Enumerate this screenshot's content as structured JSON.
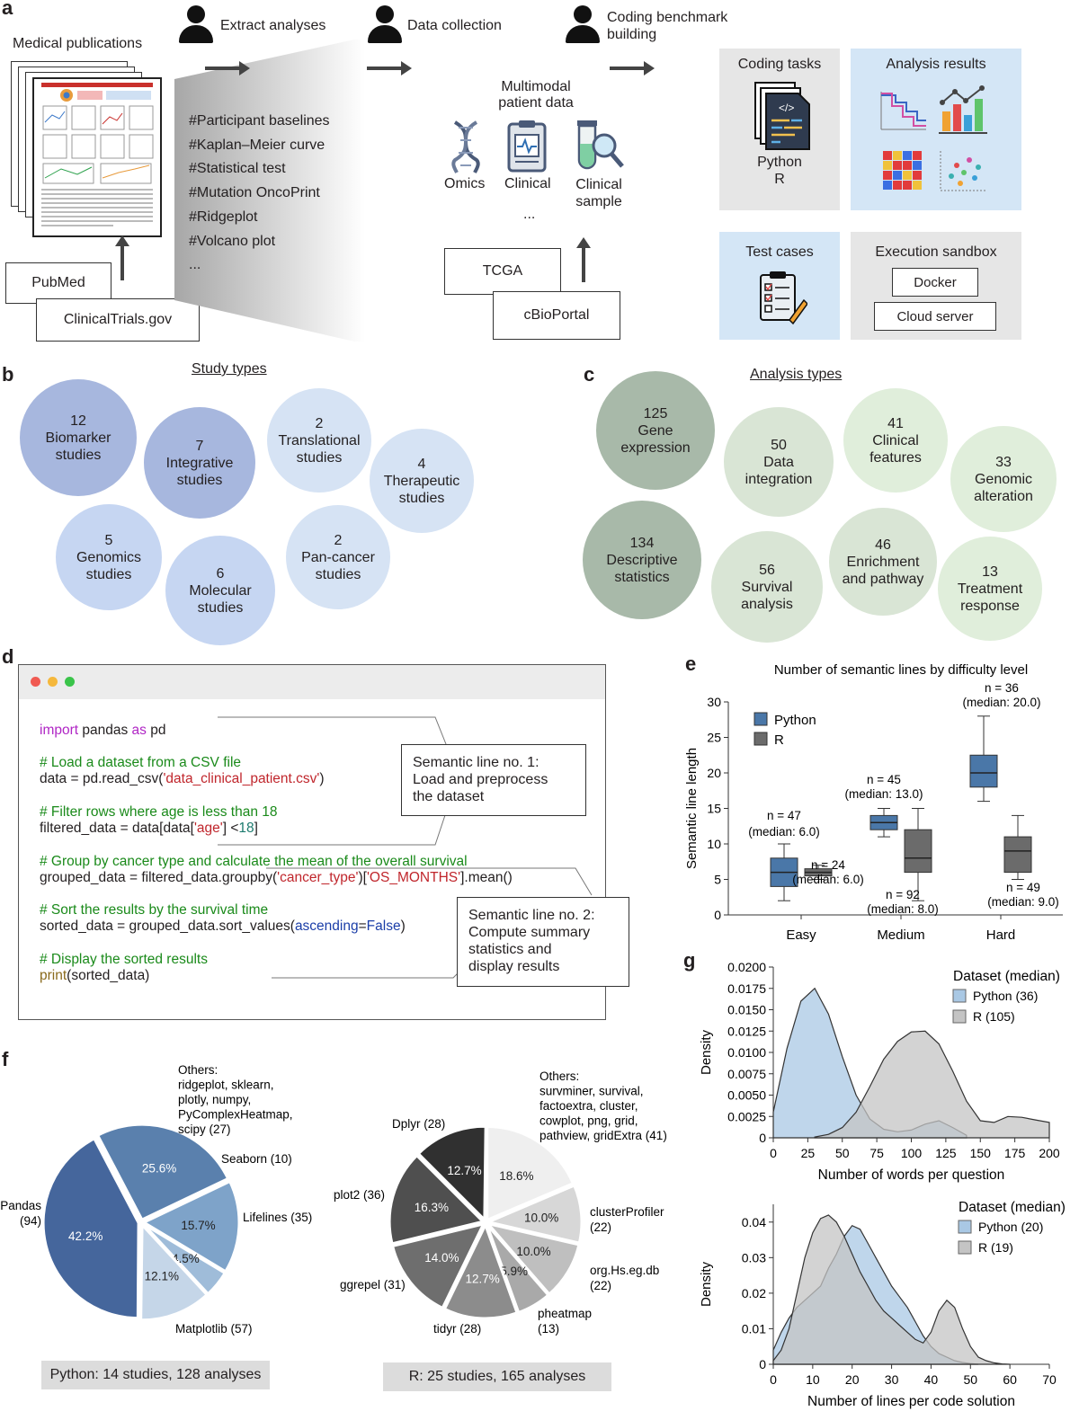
{
  "panels": {
    "a": "a",
    "b": "b",
    "c": "c",
    "d": "d",
    "e": "e",
    "f": "f",
    "g": "g"
  },
  "a": {
    "med_pub": "Medical publications",
    "pubmed": "PubMed",
    "clinicaltrials": "ClinicalTrials.gov",
    "step1": "Extract analyses",
    "step2": "Data collection",
    "step3_l1": "Coding benchmark",
    "step3_l2": "building",
    "analyses": [
      "#Participant baselines",
      "#Kaplan–Meier curve",
      "#Statistical test",
      "#Mutation OncoPrint",
      "#Ridgeplot",
      "#Volcano plot",
      "..."
    ],
    "multimodal_l1": "Multimodal",
    "multimodal_l2": "patient data",
    "omics": "Omics",
    "clinical": "Clinical",
    "sample_l1": "Clinical",
    "sample_l2": "sample",
    "dots": "...",
    "tcga": "TCGA",
    "cbioportal": "cBioPortal",
    "coding_tasks": "Coding tasks",
    "python": "Python",
    "r": "R",
    "analysis_results": "Analysis results",
    "test_cases": "Test cases",
    "sandbox": "Execution sandbox",
    "docker": "Docker",
    "cloud": "Cloud server"
  },
  "b": {
    "title": "Study types",
    "bubbles": [
      {
        "n": "12",
        "l1": "Biomarker",
        "l2": "studies"
      },
      {
        "n": "7",
        "l1": "Integrative",
        "l2": "studies"
      },
      {
        "n": "2",
        "l1": "Translational",
        "l2": "studies"
      },
      {
        "n": "4",
        "l1": "Therapeutic",
        "l2": "studies"
      },
      {
        "n": "5",
        "l1": "Genomics",
        "l2": "studies"
      },
      {
        "n": "6",
        "l1": "Molecular",
        "l2": "studies"
      },
      {
        "n": "2",
        "l1": "Pan-cancer",
        "l2": "studies"
      }
    ]
  },
  "c": {
    "title": "Analysis types",
    "bubbles": [
      {
        "n": "125",
        "l1": "Gene",
        "l2": "expression"
      },
      {
        "n": "50",
        "l1": "Data",
        "l2": "integration"
      },
      {
        "n": "41",
        "l1": "Clinical",
        "l2": "features"
      },
      {
        "n": "33",
        "l1": "Genomic",
        "l2": "alteration"
      },
      {
        "n": "134",
        "l1": "Descriptive",
        "l2": "statistics"
      },
      {
        "n": "56",
        "l1": "Survival",
        "l2": "analysis"
      },
      {
        "n": "46",
        "l1": "Enrichment",
        "l2": "and pathway"
      },
      {
        "n": "13",
        "l1": "Treatment",
        "l2": "response"
      }
    ]
  },
  "d": {
    "code": {
      "l1a": "import",
      "l1b": " pandas ",
      "l1c": "as",
      "l1d": " pd",
      "c1": "# Load a dataset from a CSV file",
      "l2a": "data = pd.read_csv(",
      "l2b": "'data_clinical_patient.csv'",
      "l2c": ")",
      "c2": "# Filter rows where age is less than 18",
      "l3a": "filtered_data = data[data[",
      "l3b": "'age'",
      "l3c": "] <",
      "l3d": "18",
      "l3e": "]",
      "c3": "# Group by cancer type and calculate the mean of the overall survival",
      "l4a": "grouped_data = filtered_data.groupby(",
      "l4b": "'cancer_type'",
      "l4c": ")[",
      "l4d": "'OS_MONTHS'",
      "l4e": "].mean()",
      "c4": "# Sort the results by the survival time",
      "l5a": "sorted_data = grouped_data.sort_values(",
      "l5b": "ascending",
      "l5c": "=",
      "l5d": "False",
      "l5e": ")",
      "c5": "# Display the sorted results",
      "l6a": "print",
      "l6b": "(sorted_data)"
    },
    "callout1": [
      "Semantic line no. 1:",
      "Load and preprocess",
      "the dataset"
    ],
    "callout2": [
      "Semantic line no. 2:",
      "Compute summary",
      "statistics and",
      "display results"
    ]
  },
  "chart_data": [
    {
      "id": "e",
      "type": "box",
      "title": "Number of semantic lines by difficulty level",
      "ylabel": "Semantic line length",
      "ylim": [
        0,
        30
      ],
      "yticks": [
        "0",
        "5",
        "10",
        "15",
        "20",
        "25",
        "30"
      ],
      "categories": [
        "Easy",
        "Medium",
        "Hard"
      ],
      "legend": [
        "Python",
        "R"
      ],
      "colors": {
        "Python": "#4a77a8",
        "R": "#6b6b6b"
      },
      "series": [
        {
          "name": "Python",
          "boxes": [
            {
              "min": 2,
              "q1": 4,
              "median": 6,
              "q3": 8,
              "max": 10
            },
            {
              "min": 11,
              "q1": 12,
              "median": 13,
              "q3": 14,
              "max": 15
            },
            {
              "min": 16,
              "q1": 18,
              "median": 20,
              "q3": 22.5,
              "max": 28
            }
          ]
        },
        {
          "name": "R",
          "boxes": [
            {
              "min": 5,
              "q1": 5.5,
              "median": 6,
              "q3": 6.5,
              "max": 7
            },
            {
              "min": 2,
              "q1": 6,
              "median": 8,
              "q3": 12,
              "max": 15
            },
            {
              "min": 5,
              "q1": 6,
              "median": 9,
              "q3": 11,
              "max": 14
            }
          ]
        }
      ],
      "annotations": [
        {
          "n": "n = 47",
          "m": "(median: 6.0)"
        },
        {
          "n": "n = 24",
          "m": "(median: 6.0)"
        },
        {
          "n": "n = 45",
          "m": "(median: 13.0)"
        },
        {
          "n": "n = 92",
          "m": "(median: 8.0)"
        },
        {
          "n": "n = 36",
          "m": "(median: 20.0)"
        },
        {
          "n": "n = 49",
          "m": "(median: 9.0)"
        }
      ]
    },
    {
      "id": "g1",
      "type": "area",
      "xlabel": "Number of words per question",
      "ylabel": "Density",
      "xlim": [
        0,
        200
      ],
      "ylim": [
        0,
        0.02
      ],
      "xticks": [
        "0",
        "25",
        "50",
        "75",
        "100",
        "125",
        "150",
        "175",
        "200"
      ],
      "yticks": [
        "0",
        "0.0025",
        "0.0050",
        "0.0075",
        "0.0100",
        "0.0125",
        "0.0150",
        "0.0175",
        "0.0200"
      ],
      "legend_title": "Dataset (median)",
      "legend": [
        "Python (36)",
        "R (105)"
      ],
      "series": [
        {
          "name": "Python",
          "color": "#a9c8e4",
          "x": [
            0,
            10,
            20,
            30,
            40,
            50,
            60,
            70,
            80,
            90,
            100,
            110,
            120,
            130,
            140
          ],
          "y": [
            0.003,
            0.0105,
            0.016,
            0.0175,
            0.0145,
            0.0095,
            0.005,
            0.0022,
            0.001,
            0.0007,
            0.0009,
            0.0016,
            0.002,
            0.0012,
            0.0003
          ]
        },
        {
          "name": "R",
          "color": "#c4c4c4",
          "x": [
            30,
            40,
            50,
            60,
            70,
            80,
            90,
            100,
            110,
            120,
            130,
            140,
            150,
            160,
            170,
            180,
            190,
            200
          ],
          "y": [
            0.0001,
            0.0004,
            0.0012,
            0.003,
            0.006,
            0.0092,
            0.0113,
            0.0124,
            0.0125,
            0.011,
            0.0078,
            0.0043,
            0.002,
            0.0018,
            0.0025,
            0.0024,
            0.0021,
            0.0018
          ]
        }
      ]
    },
    {
      "id": "g2",
      "type": "area",
      "xlabel": "Number of lines per code solution",
      "ylabel": "Density",
      "xlim": [
        0,
        70
      ],
      "ylim": [
        0,
        0.045
      ],
      "xticks": [
        "0",
        "10",
        "20",
        "30",
        "40",
        "50",
        "60",
        "70"
      ],
      "yticks": [
        "0",
        "0.01",
        "0.02",
        "0.03",
        "0.04"
      ],
      "legend_title": "Dataset (median)",
      "legend": [
        "Python (20)",
        "R (19)"
      ],
      "series": [
        {
          "name": "Python",
          "color": "#a9c8e4",
          "x": [
            0,
            2,
            4,
            6,
            8,
            10,
            12,
            14,
            16,
            18,
            20,
            22,
            24,
            26,
            28,
            30,
            32,
            34,
            36,
            38,
            40,
            42,
            44,
            46,
            48,
            50,
            52
          ],
          "y": [
            0.004,
            0.009,
            0.013,
            0.016,
            0.018,
            0.02,
            0.022,
            0.027,
            0.031,
            0.036,
            0.039,
            0.038,
            0.034,
            0.03,
            0.026,
            0.022,
            0.019,
            0.016,
            0.012,
            0.008,
            0.005,
            0.003,
            0.002,
            0.001,
            0.0005,
            0.0002,
            0
          ]
        },
        {
          "name": "R",
          "color": "#c4c4c4",
          "x": [
            0,
            2,
            4,
            6,
            8,
            10,
            12,
            14,
            16,
            18,
            20,
            22,
            24,
            26,
            28,
            30,
            32,
            34,
            36,
            38,
            40,
            42,
            44,
            46,
            48,
            50,
            52,
            54,
            56,
            58,
            60
          ],
          "y": [
            0.001,
            0.004,
            0.01,
            0.02,
            0.03,
            0.037,
            0.041,
            0.042,
            0.04,
            0.036,
            0.031,
            0.026,
            0.022,
            0.018,
            0.015,
            0.013,
            0.011,
            0.009,
            0.007,
            0.006,
            0.009,
            0.015,
            0.018,
            0.016,
            0.01,
            0.005,
            0.002,
            0.001,
            0.0004,
            0.0001,
            0
          ]
        }
      ]
    },
    {
      "id": "f1",
      "type": "pie",
      "caption": "Python: 14 studies, 128 analyses",
      "slices": [
        {
          "label": "Pandas (94)",
          "pct": 42.2,
          "pct_label": "42.2%",
          "color": "#45669c"
        },
        {
          "label": "Matplotlib (57)",
          "pct": 25.6,
          "pct_label": "25.6%",
          "color": "#5a80ad"
        },
        {
          "label": "Lifelines (35)",
          "pct": 15.7,
          "pct_label": "15.7%",
          "color": "#7ea3c9"
        },
        {
          "label": "Seaborn (10)",
          "pct": 4.5,
          "pct_label": "4.5%",
          "color": "#9fbcd9"
        },
        {
          "label": "Others",
          "pct": 12.1,
          "pct_label": "12.1%",
          "color": "#c5d6e8"
        }
      ],
      "others_lines": [
        "Others:",
        "ridgeplot, sklearn,",
        "plotly, numpy,",
        "PyComplexHeatmap,",
        "scipy (27)"
      ]
    },
    {
      "id": "f2",
      "type": "pie",
      "caption": "R: 25 studies, 165 analyses",
      "slices": [
        {
          "label": "Others",
          "pct": 18.6,
          "pct_label": "18.6%",
          "color": "#efefef"
        },
        {
          "label": "clusterProfiler (22)",
          "pct": 10.0,
          "pct_label": "10.0%",
          "color": "#d7d7d7"
        },
        {
          "label": "org.Hs.eg.db (22)",
          "pct": 10.0,
          "pct_label": "10.0%",
          "color": "#bfbfbf"
        },
        {
          "label": "pheatmap (13)",
          "pct": 5.9,
          "pct_label": "5.9%",
          "color": "#a9a9a9"
        },
        {
          "label": "tidyr (28)",
          "pct": 12.7,
          "pct_label": "12.7%",
          "color": "#8c8c8c"
        },
        {
          "label": "ggrepel (31)",
          "pct": 14.0,
          "pct_label": "14.0%",
          "color": "#6e6e6e"
        },
        {
          "label": "ggplot2 (36)",
          "pct": 16.3,
          "pct_label": "16.3%",
          "color": "#4f4f4f"
        },
        {
          "label": "Dplyr (28)",
          "pct": 12.7,
          "pct_label": "12.7%",
          "color": "#303030"
        }
      ],
      "others_lines": [
        "Others:",
        "survminer, survival,",
        "factoextra, cluster,",
        "cowplot, png, grid,",
        "pathview, gridExtra (41)"
      ]
    }
  ]
}
